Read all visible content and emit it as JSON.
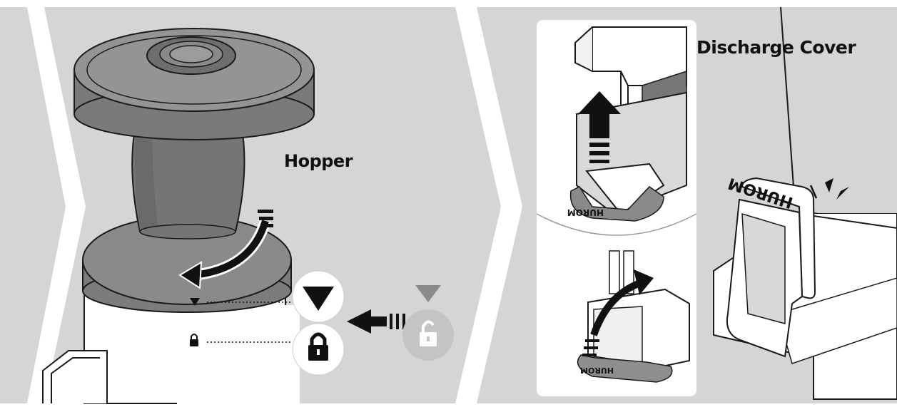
{
  "labels": {
    "hopper": "Hopper",
    "discharge_cover": "Discharge Cover"
  },
  "brand_marks": {
    "top_inset": "HUROM",
    "bottom_inset": "HUROM",
    "cover_detail": "HUROM"
  },
  "colors": {
    "panel_gray": "#d5d5d5",
    "lid_gray": "#8e8e8e",
    "dark_gray": "#737373",
    "base_gray": "#868686",
    "body_white": "#ffffff",
    "arrow_black": "#111111",
    "faded_arrow": "#8a8a8a",
    "faded_lock": "#c4c4c4",
    "outline": "#1a1a1a"
  },
  "icons": {
    "align_marker": "triangle-down-icon",
    "lock_marker": "padlock-icon"
  }
}
